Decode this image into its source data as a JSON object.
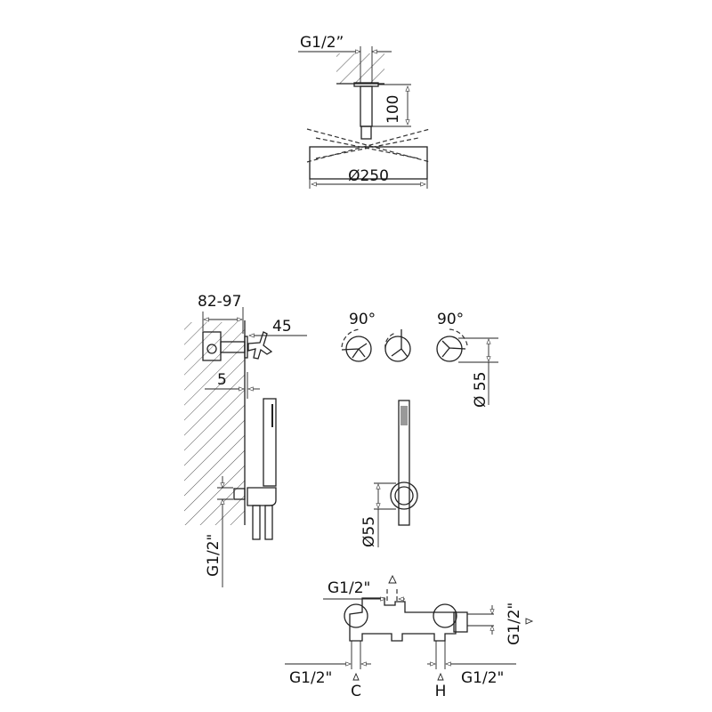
{
  "ceiling_shower": {
    "thread_label": "G1/2”",
    "arm_length_label": "100",
    "head_diameter_label": "Ø250"
  },
  "side_view": {
    "depth_label": "82-97",
    "handle_projection_label": "45",
    "flange_label": "5",
    "outlet_thread_label": "G1/2\""
  },
  "front_view": {
    "rotation_left_label": "90°",
    "rotation_right_label": "90°",
    "handle_diameter_label": "Ø 55",
    "holder_diameter_label": "Ø55"
  },
  "mixer_body": {
    "top_outlet_label": "G1/2\"",
    "cold_inlet_thread_label": "G1/2\"",
    "cold_label": "C",
    "hot_inlet_thread_label": "G1/2\"",
    "hot_label": "H",
    "side_outlet_label": "G1/2\""
  }
}
